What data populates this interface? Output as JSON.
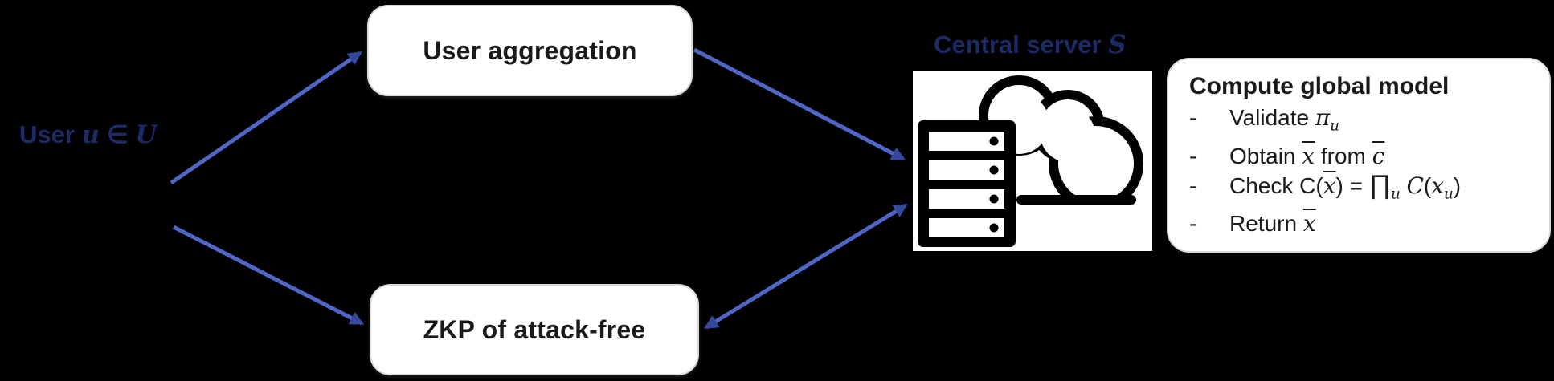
{
  "colors": {
    "background": "#000000",
    "edge_line": "#4f66c6",
    "edge_arrow": "#34489e",
    "label_blue": "#1c2a66",
    "box_bg": "#ffffff"
  },
  "user_label": {
    "prefix": "User ",
    "var": "u",
    "in_symbol": " ∈ ",
    "set": "U"
  },
  "boxes": {
    "aggregation_label": "User aggregation",
    "zkp_label": "ZKP of attack-free"
  },
  "server": {
    "label_prefix": "Central server ",
    "label_var": "S",
    "icon": "server-cloud-icon"
  },
  "compute": {
    "title": "Compute global model",
    "bullet": "-",
    "items": [
      {
        "segments": [
          {
            "type": "t",
            "v": "Validate "
          },
          {
            "type": "i",
            "v": "π"
          },
          {
            "type": "sub",
            "v": "u"
          }
        ]
      },
      {
        "segments": [
          {
            "type": "t",
            "v": "Obtain "
          },
          {
            "type": "bar",
            "v": "x"
          },
          {
            "type": "t",
            "v": " from "
          },
          {
            "type": "bar",
            "v": "c"
          }
        ]
      },
      {
        "segments": [
          {
            "type": "t",
            "v": "Check C("
          },
          {
            "type": "bar",
            "v": "x"
          },
          {
            "type": "t",
            "v": ") = "
          },
          {
            "type": "prod",
            "v": "∏"
          },
          {
            "type": "sub",
            "v": "u"
          },
          {
            "type": "t",
            "v": " "
          },
          {
            "type": "i",
            "v": "C"
          },
          {
            "type": "t",
            "v": "("
          },
          {
            "type": "i",
            "v": "x"
          },
          {
            "type": "sub",
            "v": "u"
          },
          {
            "type": "t",
            "v": ")"
          }
        ]
      },
      {
        "segments": [
          {
            "type": "t",
            "v": "Return "
          },
          {
            "type": "bar",
            "v": "x"
          }
        ]
      }
    ]
  },
  "edges": [
    {
      "from": "user",
      "to": "user-aggregation",
      "arrows": "end"
    },
    {
      "from": "user-aggregation",
      "to": "central-server",
      "arrows": "end"
    },
    {
      "from": "user",
      "to": "zkp-attack-free",
      "arrows": "end"
    },
    {
      "from": "central-server",
      "to": "zkp-attack-free",
      "arrows": "both"
    }
  ]
}
